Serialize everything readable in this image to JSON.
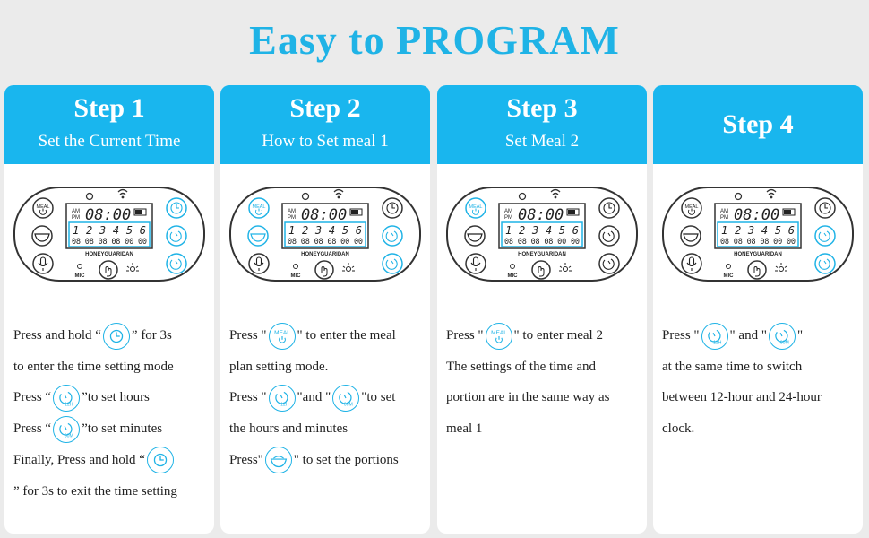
{
  "heading": "Easy to PROGRAM",
  "device": {
    "brand": "HONEYGUARIDAN",
    "time": "08:00",
    "am": "AM",
    "pm": "PM",
    "meal_numbers": "1 2 3 4 5 6",
    "meal_times": "08 08 08 08 00 00",
    "meal_label": "MEAL",
    "mic_label": "MIC"
  },
  "icon_labels": {
    "h12": "12H",
    "m60": "60M"
  },
  "steps": [
    {
      "title": "Step 1",
      "subtitle": "Set the Current Time",
      "lines": {
        "a1": "Press and hold “",
        "a2": "”  for 3s",
        "b": "to enter the time setting mode",
        "c1": "Press “",
        "c2": "”to set hours",
        "d1": "Press  “",
        "d2": "”to set minutes",
        "e1": "Finally, Press and hold “",
        "f": "” for 3s to exit the time setting"
      }
    },
    {
      "title": "Step 2",
      "subtitle": "How to Set meal 1",
      "lines": {
        "a1": "Press \"",
        "a2": "\"  to enter the meal",
        "b": "plan setting mode.",
        "c1": "Press \"",
        "c2": "\"and \"",
        "c3": "\"to set",
        "d": "the hours and minutes",
        "e1": "Press\"",
        "e2": "\" to set the portions"
      }
    },
    {
      "title": "Step 3",
      "subtitle": "Set Meal 2",
      "lines": {
        "a1": "Press \"",
        "a2": "\"  to enter meal 2",
        "b": "The settings of the time and",
        "c": "portion are in the same way as",
        "d": "meal 1"
      }
    },
    {
      "title": "Step 4",
      "subtitle": "",
      "lines": {
        "a1": "Press \"",
        "a2": "\" and \"",
        "a3": "\"",
        "b": "at the same time to switch",
        "c": "between 12-hour and 24-hour",
        "d": "clock."
      }
    }
  ],
  "colors": {
    "accent": "#19b6ee",
    "title": "#1fb3e6",
    "background": "#ebebeb"
  }
}
